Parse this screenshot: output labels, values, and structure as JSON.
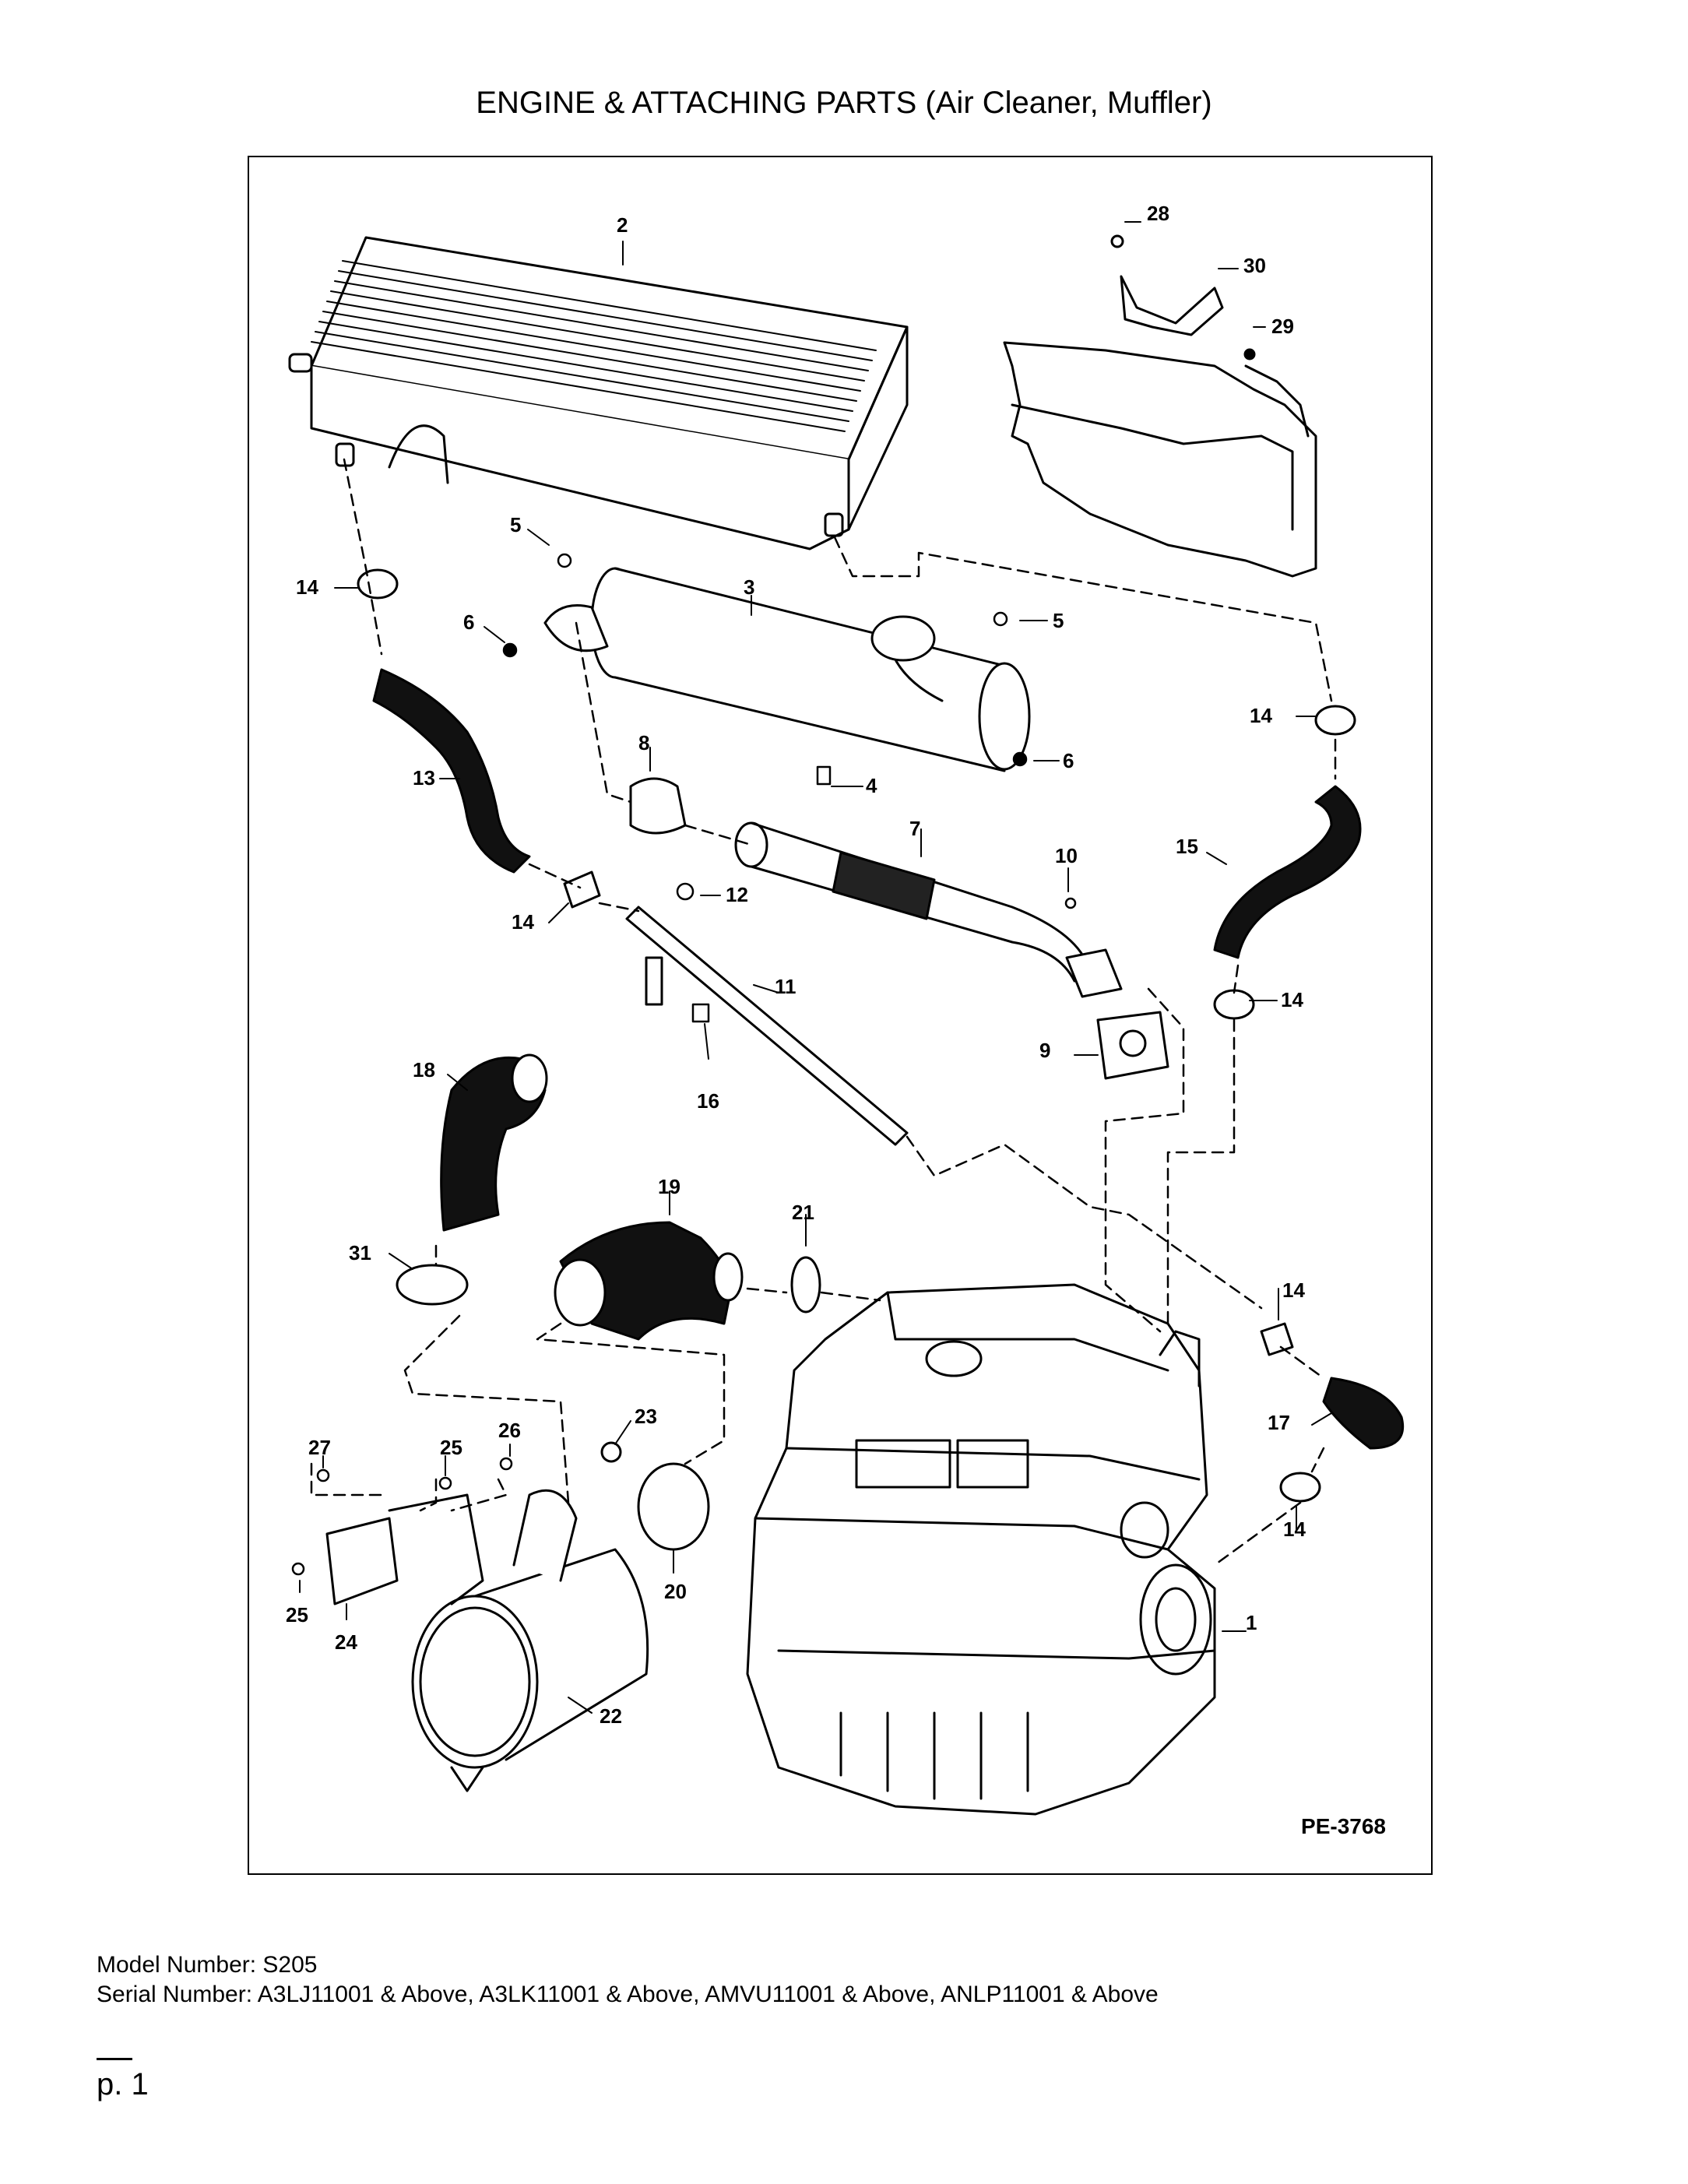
{
  "title": "ENGINE & ATTACHING PARTS (Air Cleaner, Muffler)",
  "drawing_id": "PE-3768",
  "callouts": [
    "1",
    "2",
    "3",
    "4",
    "5",
    "5",
    "6",
    "6",
    "7",
    "8",
    "9",
    "10",
    "11",
    "12",
    "13",
    "14",
    "14",
    "14",
    "14",
    "14",
    "14",
    "15",
    "16",
    "17",
    "18",
    "19",
    "20",
    "21",
    "22",
    "23",
    "24",
    "25",
    "25",
    "26",
    "27",
    "28",
    "29",
    "30",
    "31"
  ],
  "footer": {
    "model": "Model Number: S205",
    "serial": "Serial Number: A3LJ11001 & Above, A3LK11001 & Above, AMVU11001 & Above, ANLP11001 & Above"
  },
  "page": "p. 1"
}
